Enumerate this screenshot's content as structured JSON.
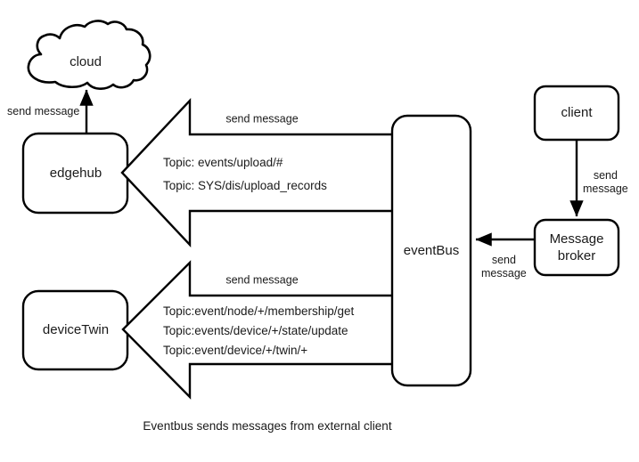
{
  "diagram": {
    "caption": "Eventbus sends messages from external client",
    "nodes": {
      "cloud": {
        "label": "cloud",
        "shape": "cloud"
      },
      "edgehub": {
        "label": "edgehub",
        "shape": "rounded-rect"
      },
      "devicetwin": {
        "label": "deviceTwin",
        "shape": "rounded-rect"
      },
      "eventbus": {
        "label": "eventBus",
        "shape": "rounded-rect"
      },
      "client": {
        "label": "client",
        "shape": "rounded-rect"
      },
      "message_broker": {
        "label": "Message\nbroker",
        "label_line1": "Message",
        "label_line2": "broker",
        "shape": "rounded-rect"
      }
    },
    "edges": [
      {
        "id": "edgehub-to-cloud",
        "from": "edgehub",
        "to": "cloud",
        "label": "send message",
        "style": "arrow-up"
      },
      {
        "id": "eventbus-to-edgehub",
        "from": "eventBus",
        "to": "edgehub",
        "label": "send message",
        "style": "block-arrow-left"
      },
      {
        "id": "eventbus-to-devicetwin",
        "from": "eventBus",
        "to": "deviceTwin",
        "label": "send message",
        "style": "block-arrow-left"
      },
      {
        "id": "client-to-broker",
        "from": "client",
        "to": "Message broker",
        "label_line1": "send",
        "label_line2": "message",
        "style": "arrow-down"
      },
      {
        "id": "broker-to-eventbus",
        "from": "Message broker",
        "to": "eventBus",
        "label_line1": "send",
        "label_line2": "message",
        "style": "arrow-left"
      }
    ],
    "topics_upper": [
      "Topic: events/upload/#",
      "Topic: SYS/dis/upload_records"
    ],
    "topics_lower": [
      "Topic:event/node/+/membership/get",
      "Topic:events/device/+/state/update",
      "Topic:event/device/+/twin/+"
    ],
    "colors": {
      "stroke": "#000000",
      "fill": "#ffffff",
      "text": "#1a1a1a"
    }
  }
}
